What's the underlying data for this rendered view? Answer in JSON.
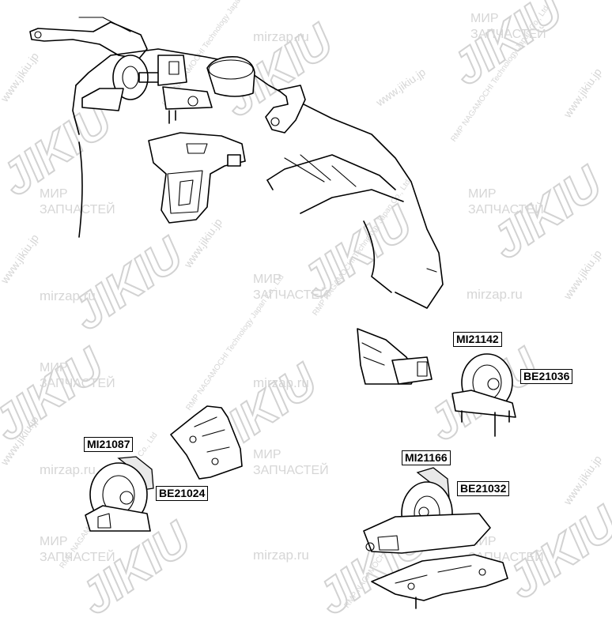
{
  "labels": {
    "mi21142": "MI21142",
    "be21036": "BE21036",
    "mi21087": "MI21087",
    "be21024": "BE21024",
    "mi21166": "MI21166",
    "be21032": "BE21032"
  },
  "watermarks": {
    "brand": "JIKIU",
    "shop_ru_1": "МИР",
    "shop_ru_2": "ЗАПЧАСТЕЙ",
    "site_ru": "mirzap.ru",
    "site_jp": "www.jikiu.jp",
    "company": "RMP NAGAMOCHI Technology Japan Co., Ltd"
  },
  "colors": {
    "ink": "#000000",
    "watermark": "#d6d6d6",
    "background": "#ffffff"
  }
}
